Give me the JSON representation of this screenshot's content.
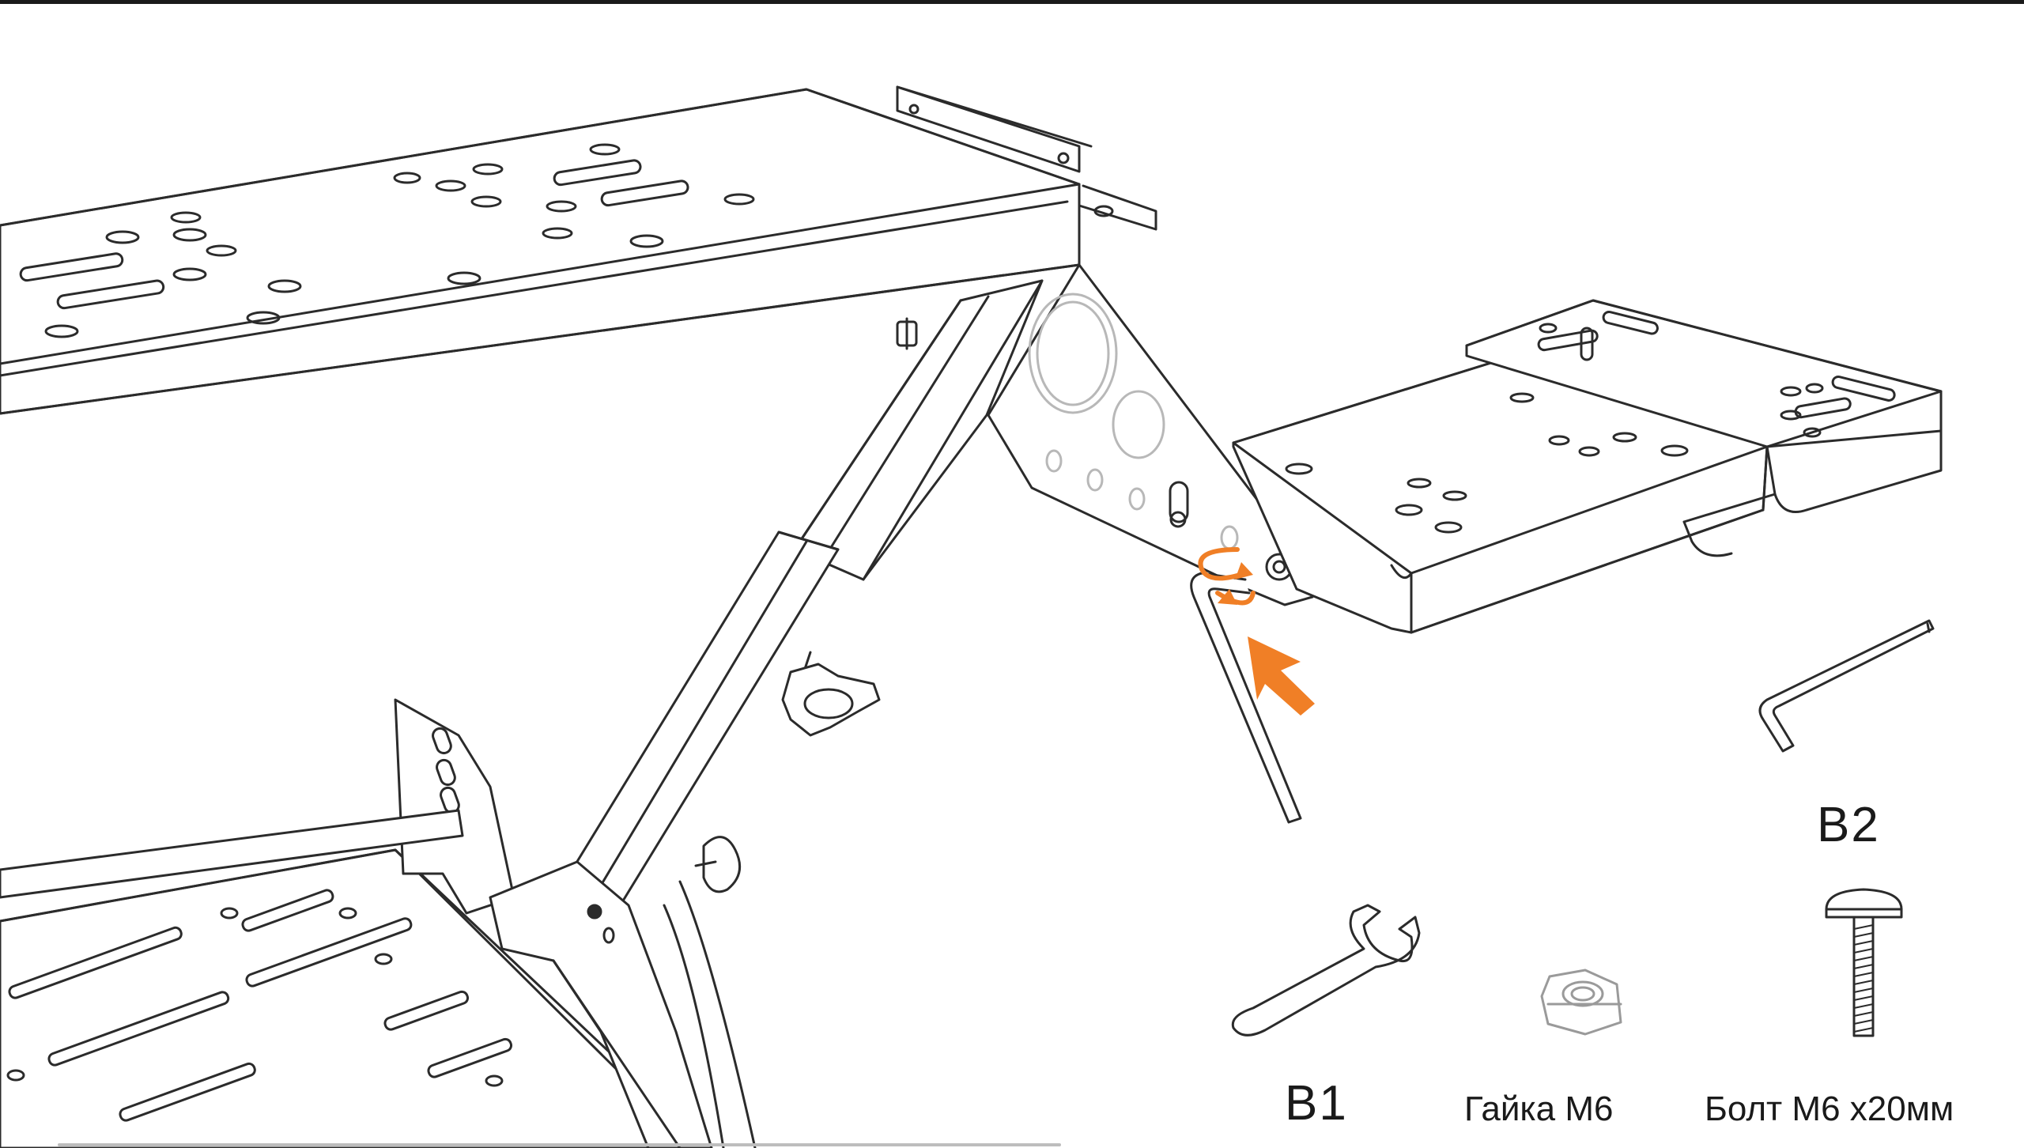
{
  "labels": {
    "b1": "B1",
    "b2": "B2",
    "nut": "Гайка М6",
    "bolt": "Болт М6 x20мм"
  },
  "colors": {
    "line": "#2b2b2b",
    "faint": "#b8b8b8",
    "accent": "#f07f26"
  },
  "icons": [
    "wrench-icon",
    "hex-key-icon",
    "nut-icon",
    "bolt-icon",
    "rotate-arrow-icon",
    "direction-arrow-icon"
  ]
}
